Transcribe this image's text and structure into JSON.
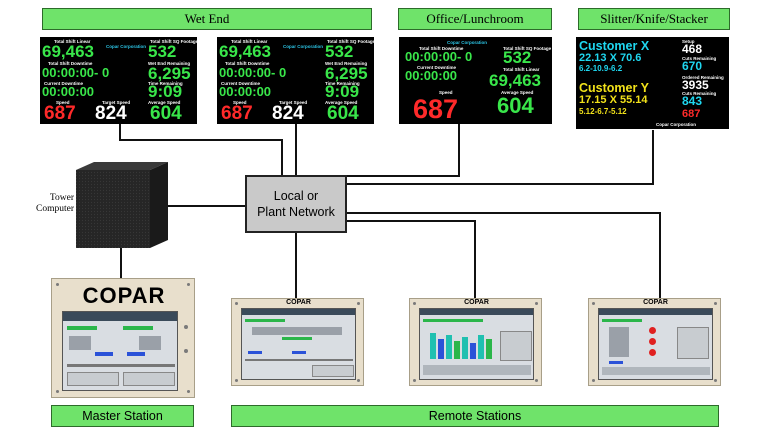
{
  "labels": {
    "wet_end": "Wet End",
    "office": "Office/Lunchroom",
    "slitter": "Slitter/Knife/Stacker",
    "master": "Master Station",
    "remote": "Remote Stations",
    "tower": "Tower\nComputer",
    "network_l1": "Local or",
    "network_l2": "Plant Network",
    "copar": "COPAR"
  },
  "wet_board": {
    "total_shift_linear_label": "Total Shift Linear",
    "company": "Copar Corporation",
    "total_shift_sq_label": "Total Shift SQ Footage",
    "linear": "69,463",
    "sq": "532",
    "downtime_label": "Total Shift Downtime",
    "wet_end_remaining_label": "Wet End Remaining",
    "downtime": "00:00:00- 0",
    "remaining": "6,295",
    "current_downtime_label": "Current Downtime",
    "time_remaining_label": "Time Remaining",
    "current_downtime": "00:00:00",
    "time_remaining": "9:09",
    "speed_label": "Speed",
    "target_label": "Target Speed",
    "avg_label": "Average Speed",
    "speed": "687",
    "target": "824",
    "avg": "604"
  },
  "office_board": {
    "company": "Copar Corporation",
    "downtime_label": "Total Shift Downtime",
    "sq_label": "Total Shift SQ Footage",
    "downtime": "00:00:00- 0",
    "sq": "532",
    "current_label": "Current Downtime",
    "linear_label": "Total Shift Linear",
    "current": "00:00:00",
    "linear": "69,463",
    "speed_label": "Speed",
    "avg_label": "Average Speed",
    "speed": "687",
    "avg": "604"
  },
  "slitter_board": {
    "cust_x": "Customer X",
    "x_dims": "22.13 X 70.6",
    "x_slits": "6.2-10.9-6.2",
    "setup_label": "Setup",
    "setup": "468",
    "cuts_remaining_label": "Cuts Remaining",
    "cuts1": "670",
    "cust_y": "Customer Y",
    "y_dims": "17.15 X 55.14",
    "y_slits": "5.12-6.7-5.12",
    "ordered_label": "Ordered Remaining",
    "ordered": "3935",
    "cuts_remaining_label2": "Cuts Remaining",
    "cuts2": "843",
    "red": "687",
    "company": "Copar Corporation"
  },
  "colors": {
    "green": "#39e64a",
    "red": "#ff2a2a",
    "cyan": "#1fd7f0",
    "yellow": "#f2e21a",
    "label_green": "#6fe36a"
  }
}
